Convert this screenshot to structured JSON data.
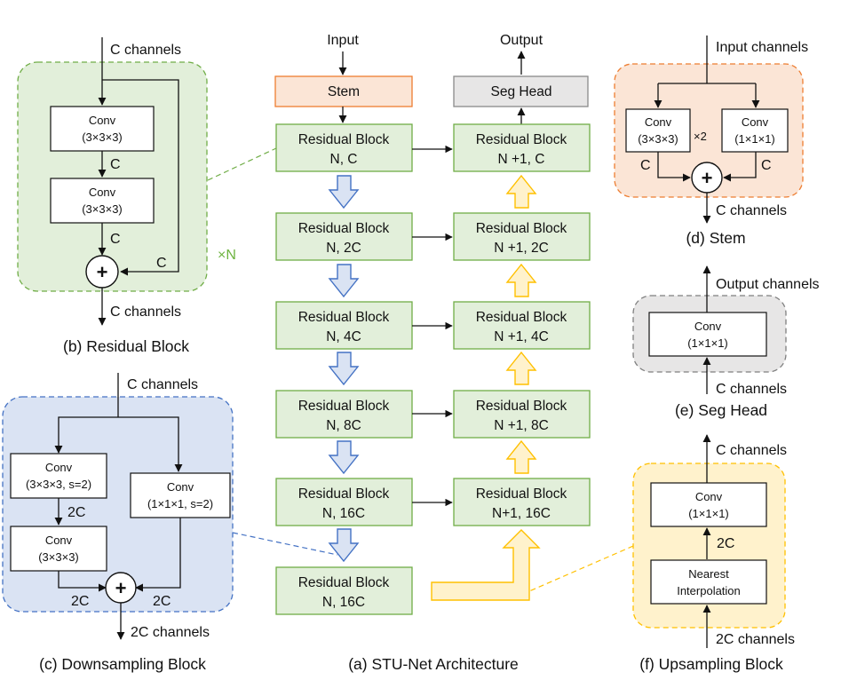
{
  "main": {
    "input_label": "Input",
    "output_label": "Output",
    "stem_label": "Stem",
    "seghead_label": "Seg Head",
    "block_title": "Residual Block",
    "encoder": [
      "N, C",
      "N, 2C",
      "N, 4C",
      "N, 8C",
      "N, 16C",
      "N, 16C"
    ],
    "decoder": [
      "N +1, C",
      "N +1, 2C",
      "N +1, 4C",
      "N +1, 8C",
      "N+1, 16C"
    ],
    "caption": "(a) STU-Net Architecture"
  },
  "residual": {
    "in_label": "C channels",
    "conv_title": "Conv",
    "conv_spec": "(3×3×3)",
    "c1": "C",
    "c2": "C",
    "c3": "C",
    "out_label": "C channels",
    "repeat": "×N",
    "caption": "(b) Residual Block"
  },
  "downsampling": {
    "in_label": "C channels",
    "conv_title": "Conv",
    "conv1_spec": "(3×3×3, s=2)",
    "conv2_spec": "(3×3×3)",
    "conv3_spec": "(1×1×1, s=2)",
    "mid": "2C",
    "left": "2C",
    "right": "2C",
    "out_label": "2C channels",
    "caption": "(c) Downsampling Block"
  },
  "stem": {
    "in_label": "Input channels",
    "conv_title": "Conv",
    "conv1_spec": "(3×3×3)",
    "conv2_spec": "(1×1×1)",
    "times": "×2",
    "left": "C",
    "right": "C",
    "out_label": "C channels",
    "caption": "(d) Stem"
  },
  "seghead": {
    "out_label": "Output channels",
    "conv_title": "Conv",
    "conv_spec": "(1×1×1)",
    "in_label": "C channels",
    "caption": "(e) Seg Head"
  },
  "upsampling": {
    "out_label": "C channels",
    "conv_title": "Conv",
    "conv_spec": "(1×1×1)",
    "mid": "2C",
    "interp1": "Nearest",
    "interp2": "Interpolation",
    "in_label": "2C channels",
    "caption": "(f) Upsampling Block"
  },
  "colors": {
    "green_fill": "#e2efda",
    "green_stroke": "#70ad47",
    "orange_fill": "#fbe5d6",
    "orange_stroke": "#ed7d31",
    "gray_fill": "#e7e6e6",
    "blue_fill": "#dae3f3",
    "blue_stroke": "#4472c4",
    "yellow_fill": "#fff2cc",
    "yellow_stroke": "#ffc000"
  }
}
